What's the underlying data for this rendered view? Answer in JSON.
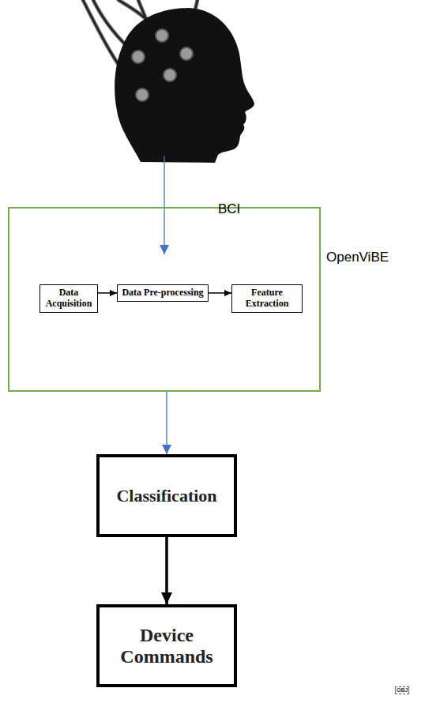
{
  "diagram": {
    "nodes": [
      {
        "text": [
          "OpenViBE"
        ]
      },
      {
        "text": [
          "Data Acquisition"
        ],
        "in": 0
      },
      {
        "text": [
          "Data Pre-processing"
        ],
        "in": 0
      },
      {
        "text": [
          "Feature Extraction"
        ],
        "in": 0
      },
      {
        "text": [
          "Classification"
        ]
      },
      {
        "text": [
          "Device Commands"
        ]
      }
    ],
    "edges": [
      {
        "from": 1,
        "to": 2,
        "arrow": "to"
      },
      {
        "from": 2,
        "to": 3,
        "arrow": "to"
      },
      {
        "from": 0,
        "to": 4,
        "arrow": "to"
      },
      {
        "from": 4,
        "to": 5,
        "arrow": "to"
      }
    ],
    "labels": [
      "BCI",
      "OBJ"
    ]
  }
}
